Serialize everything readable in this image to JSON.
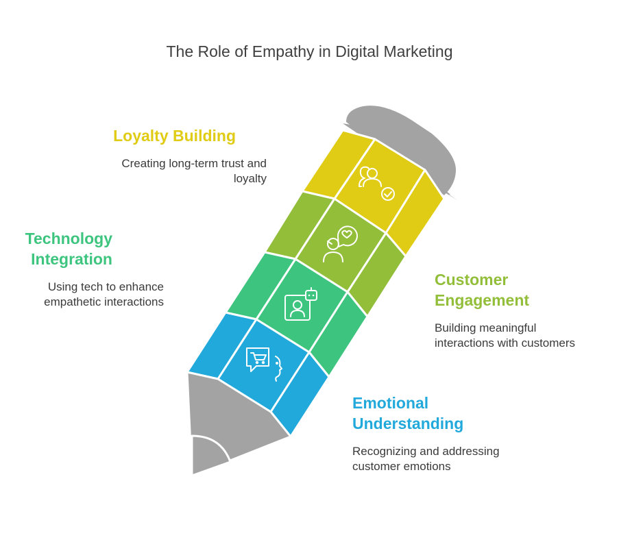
{
  "title": "The Role of Empathy in Digital Marketing",
  "colors": {
    "loyalty": "#E0CB15",
    "customer": "#92BE3A",
    "technology": "#3DC57F",
    "emotional": "#22A9DC",
    "graphite": "#A3A3A3"
  },
  "sections": {
    "loyalty": {
      "label": "Loyalty Building",
      "desc1": "Creating long-term trust and",
      "desc2": "loyalty",
      "icon": "users-check-icon"
    },
    "technology": {
      "label1": "Technology",
      "label2": "Integration",
      "desc1": "Using tech to enhance",
      "desc2": "empathetic interactions",
      "icon": "robot-profile-icon"
    },
    "customer": {
      "label1": "Customer",
      "label2": "Engagement",
      "desc1": "Building meaningful",
      "desc2": "interactions with customers",
      "icon": "heart-chat-person-icon"
    },
    "emotional": {
      "label1": "Emotional",
      "label2": "Understanding",
      "desc1": "Recognizing and addressing",
      "desc2": "customer emotions",
      "icon": "cart-speech-face-icon"
    }
  }
}
